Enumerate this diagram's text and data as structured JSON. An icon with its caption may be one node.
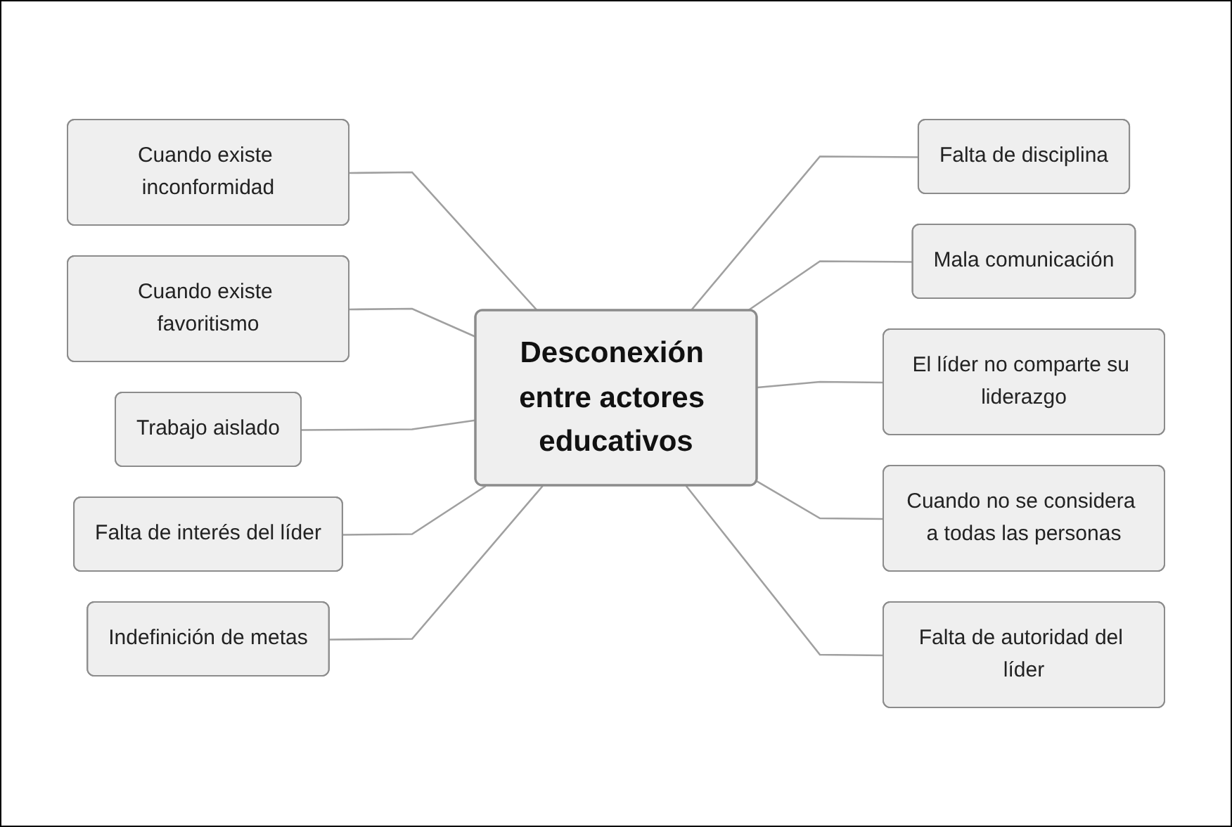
{
  "diagram": {
    "nodes": [
      {
        "text": [
          "Desconexión entre actores educativos"
        ]
      },
      {
        "text": [
          "Cuando existe inconformidad"
        ]
      },
      {
        "text": [
          "Cuando existe favoritismo"
        ]
      },
      {
        "text": [
          "Trabajo aislado"
        ]
      },
      {
        "text": [
          "Falta de interés del líder"
        ]
      },
      {
        "text": [
          "Indefinición de metas"
        ]
      },
      {
        "text": [
          "Falta de disciplina"
        ]
      },
      {
        "text": [
          "Mala comunicación"
        ]
      },
      {
        "text": [
          "El líder no comparte su liderazgo"
        ]
      },
      {
        "text": [
          "Cuando no se considera a todas las personas"
        ]
      },
      {
        "text": [
          "Falta de autoridad del líder"
        ]
      }
    ],
    "edges": [
      {
        "from": 1,
        "to": 0,
        "arrow": "none"
      },
      {
        "from": 2,
        "to": 0,
        "arrow": "none"
      },
      {
        "from": 3,
        "to": 0,
        "arrow": "none"
      },
      {
        "from": 4,
        "to": 0,
        "arrow": "none"
      },
      {
        "from": 5,
        "to": 0,
        "arrow": "none"
      },
      {
        "from": 0,
        "to": 6,
        "arrow": "none"
      },
      {
        "from": 0,
        "to": 7,
        "arrow": "none"
      },
      {
        "from": 0,
        "to": 8,
        "arrow": "none"
      },
      {
        "from": 0,
        "to": 9,
        "arrow": "none"
      },
      {
        "from": 0,
        "to": 10,
        "arrow": "none"
      }
    ]
  }
}
